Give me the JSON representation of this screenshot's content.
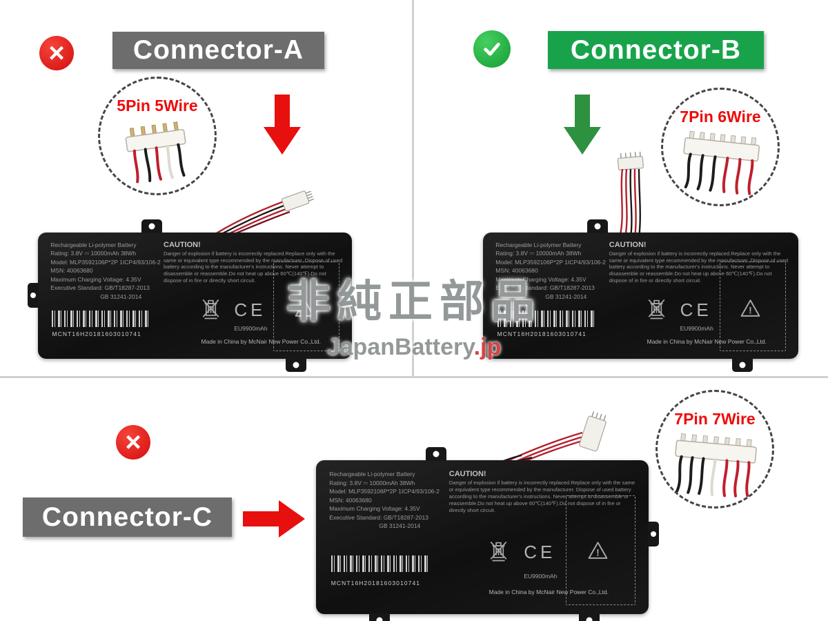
{
  "watermark": {
    "text": "非純正部品",
    "brand": "JapanBattery",
    "suffix": ".jp"
  },
  "sections": {
    "a": {
      "label": "Connector-A",
      "callout": "5Pin 5Wire",
      "status": "rejected"
    },
    "b": {
      "label": "Connector-B",
      "callout": "7Pin 6Wire",
      "status": "approved"
    },
    "c": {
      "label": "Connector-C",
      "callout": "7Pin 7Wire",
      "status": "rejected"
    }
  },
  "battery": {
    "title": "Rechargeable Li-polymer Battery",
    "rating": "Rating:  3.8V ⎓ 10000mAh 38Wh",
    "model": "Model:  MLP3592106P*2P  1ICP4/93/106-2",
    "msn": "MSN:  40063680",
    "max_charging": "Maximum Charging Voltage:  4.35V",
    "standard_1": "Executive Standard: GB/T18287-2013",
    "standard_2": "GB 31241-2014",
    "caution_title": "CAUTION!",
    "caution_body": "Danger of explosion if battery is incorrectly replaced.Replace only with the same or equivalent type recommended by the manufacturer. Dispose of used battery according to the manufacturer's instructions. Never attempt to disassemble or reassemble.Do not heat up above 60℃(140℉).Do not dispose of in fire or directly short circuit.",
    "barcode_text": "MCNT16H20181603010741",
    "capacity": "EU9900mAh",
    "ce_mark": "CE",
    "made_in": "Made in China by McNair New Power Co.,Ltd."
  },
  "status_glyphs": {
    "reject": "×"
  },
  "colors": {
    "reject_red": "#d40d0d",
    "approve_green": "#18a34b",
    "label_gray": "#6d6d6d",
    "callout_red": "#ee0b0b",
    "arrow_red": "#e80f0f",
    "arrow_green": "#2e9140"
  }
}
